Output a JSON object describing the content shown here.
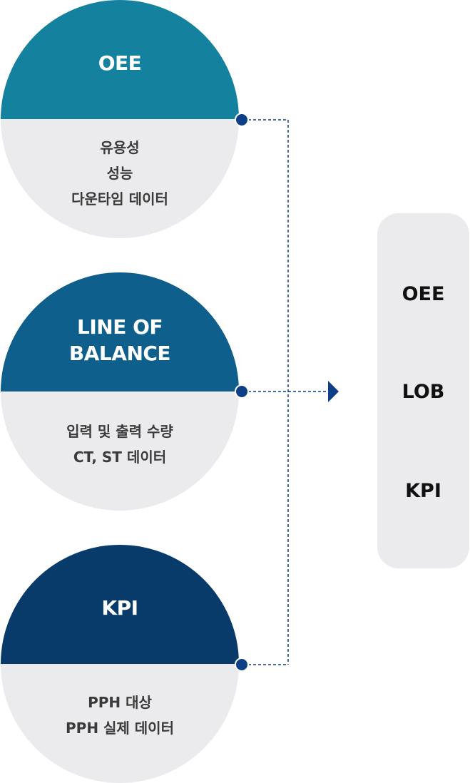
{
  "colors": {
    "oee_top": "#14819f",
    "lob_top": "#0e5f8c",
    "kpi_top": "#083a6a",
    "circle_bottom": "#ebebed",
    "connector": "#0d3f86",
    "panel": "#ebebed"
  },
  "circles": {
    "oee": {
      "title_lines": [
        "OEE"
      ],
      "items": [
        "유용성",
        "성능",
        "다운타임 데이터"
      ]
    },
    "lob": {
      "title_lines": [
        "LINE OF",
        "BALANCE"
      ],
      "items": [
        "입력 및 출력 수량",
        "CT, ST 데이터"
      ]
    },
    "kpi": {
      "title_lines": [
        "KPI"
      ],
      "items": [
        "PPH 대상",
        "PPH 실제 데이터"
      ]
    }
  },
  "panel": {
    "items": [
      "OEE",
      "LOB",
      "KPI"
    ]
  },
  "icons": {
    "arrow": "arrow-right-icon"
  }
}
